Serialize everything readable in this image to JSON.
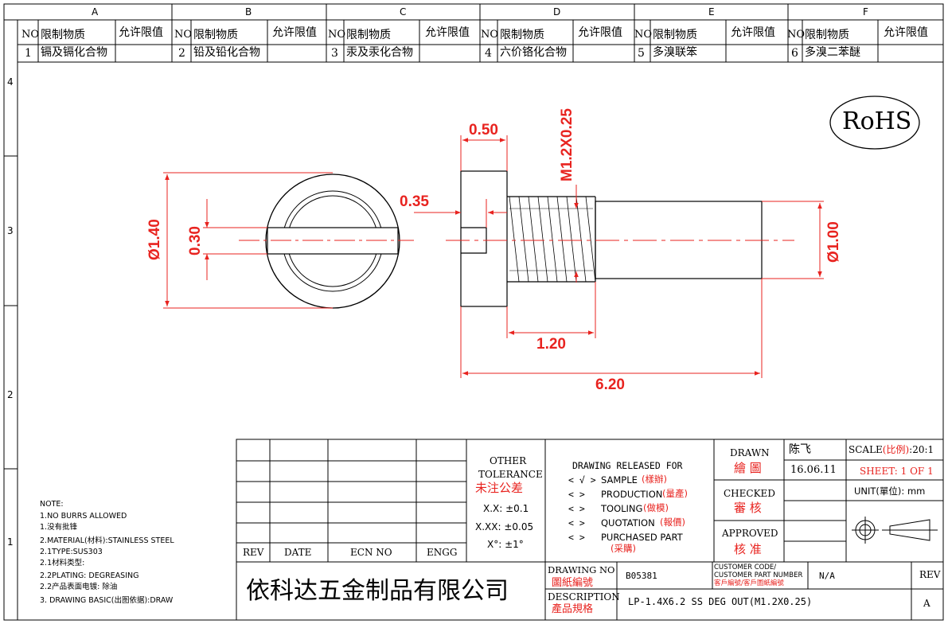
{
  "zones": {
    "columns": [
      "A",
      "B",
      "C",
      "D",
      "E",
      "F"
    ],
    "rows": [
      "4",
      "3",
      "2",
      "1"
    ]
  },
  "substances": {
    "headers": {
      "no": "NO",
      "name": "限制物质",
      "limit": "允许限值"
    },
    "items": [
      {
        "no": "1",
        "name": "镉及镉化合物",
        "limit": ""
      },
      {
        "no": "2",
        "name": "铅及铅化合物",
        "limit": ""
      },
      {
        "no": "3",
        "name": "汞及汞化合物",
        "limit": ""
      },
      {
        "no": "4",
        "name": "六价铬化合物",
        "limit": ""
      },
      {
        "no": "5",
        "name": "多溴联笨",
        "limit": ""
      },
      {
        "no": "6",
        "name": "多溴二苯醚",
        "limit": ""
      }
    ]
  },
  "rohs": "RoHS",
  "dimensions": {
    "dia140": "Ø1.40",
    "dia030": "0.30",
    "d035": "0.35",
    "d050": "0.50",
    "thread": "M1.2X0.25",
    "dia100": "Ø1.00",
    "d120": "1.20",
    "d620": "6.20"
  },
  "notes": {
    "title": "NOTE:",
    "lines": [
      "1.NO BURRS ALLOWED",
      "1.没有批锋",
      "2.MATERIAL(材料):STAINLESS STEEL",
      "2.1TYPE:SUS303",
      "2.1材料类型:",
      "2.2PLATING: DEGREASING",
      "2.2产品表面电镀: 除油",
      "3. DRAWING BASIC(出图依据):DRAW"
    ]
  },
  "revision_table": {
    "rev": "REV",
    "date": "DATE",
    "ecn": "ECN NO",
    "engg": "ENGG"
  },
  "tolerance": {
    "title1": "OTHER",
    "title2": "TOLERANCE",
    "title_cn": "未注公差",
    "x_x": "X.X: ±0.1",
    "x_xx": "X.XX: ±0.05",
    "angle": "X°: ±1°"
  },
  "release": {
    "title": "DRAWING RELEASED FOR",
    "items": [
      {
        "mark": "< √ >",
        "en": "SAMPLE",
        "cn": "(樣辦)"
      },
      {
        "mark": "<    >",
        "en": "PRODUCTION",
        "cn": "(量產)"
      },
      {
        "mark": "<    >",
        "en": "TOOLING",
        "cn": "(做模)"
      },
      {
        "mark": "<    >",
        "en": "QUOTATION",
        "cn": "(報價)"
      },
      {
        "mark": "<    >",
        "en": "PURCHASED PART",
        "cn": ""
      }
    ],
    "purchased_cn": "(采購)"
  },
  "title_block": {
    "drawn_en": "DRAWN",
    "drawn_cn": "繪 圖",
    "drawn_by": "陈飞",
    "date": "16.06.11",
    "checked_en": "CHECKED",
    "checked_cn": "審 核",
    "approved_en": "APPROVED",
    "approved_cn": "核 准",
    "scale_label": "SCALE",
    "scale_cn": "(比例)",
    "scale_value": ":20:1",
    "sheet": "SHEET:  1 OF 1",
    "unit": "UNIT(單位): mm",
    "company": "依科达五金制品有限公司",
    "drawing_no_en": "DRAWING NO",
    "drawing_no_cn": "圖紙編號",
    "drawing_no": "B05381",
    "customer_code1": "CUSTOMER CODE/",
    "customer_code2": "CUSTOMER PART NUMBER",
    "customer_code_cn": "客戶編號/客戶圖紙編號",
    "customer_value": "N/A",
    "rev_label": "REV",
    "rev_value": "A",
    "description_en": "DESCRIPTION",
    "description_cn": "產品規格",
    "description": "LP-1.4X6.2 SS DEG OUT(M1.2X0.25)"
  },
  "colors": {
    "dimension": "#e8231f",
    "line": "#000000"
  }
}
